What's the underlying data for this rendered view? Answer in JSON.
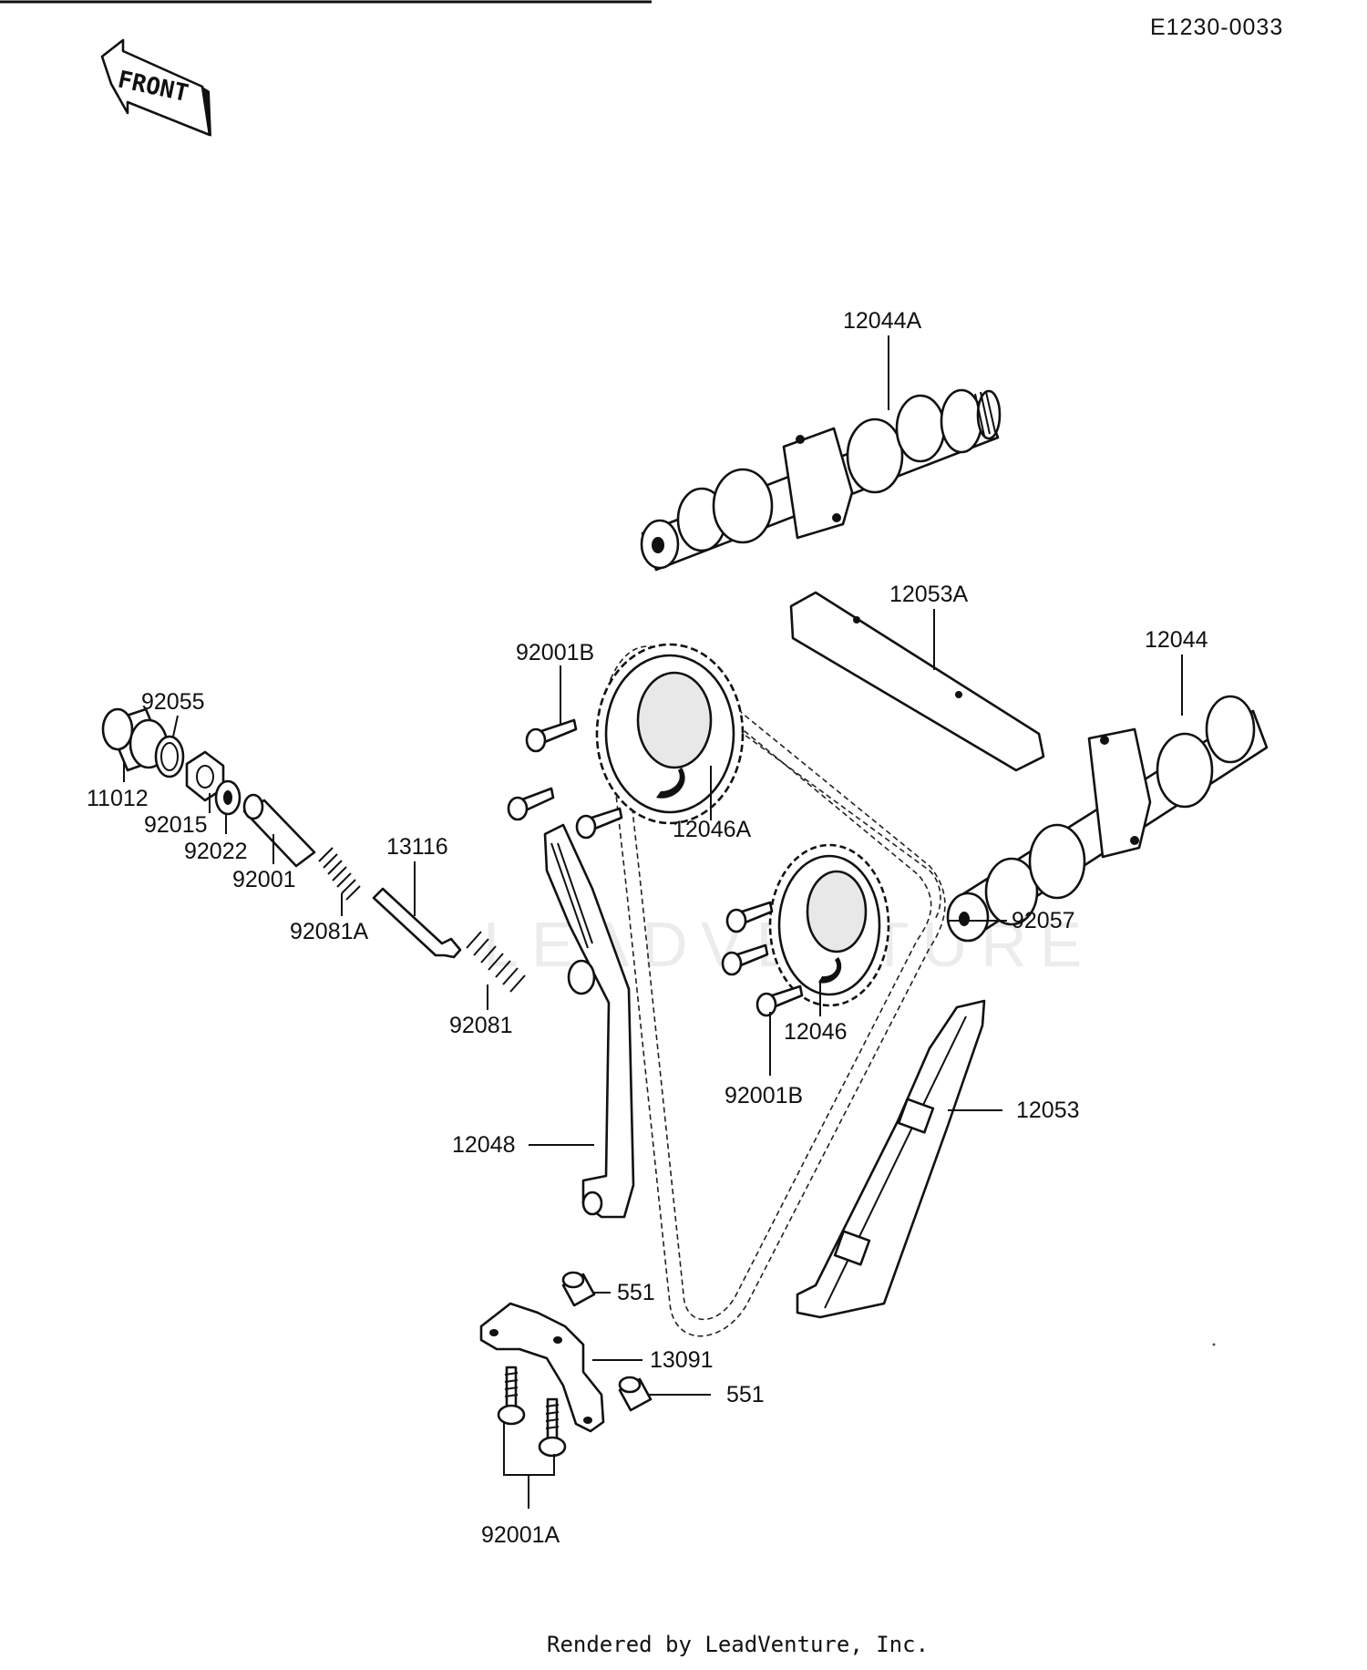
{
  "header": {
    "code": "E1230-0033",
    "front_label": "FRONT"
  },
  "footer": {
    "rendered_by": "Rendered by LeadVenture, Inc."
  },
  "watermark": {
    "text": "LEADVENTURE"
  },
  "parts": {
    "p12044A": "12044A",
    "p12053A": "12053A",
    "p12044": "12044",
    "p92001B_top": "92001B",
    "p92055": "92055",
    "p11012": "11012",
    "p92015": "92015",
    "p92022": "92022",
    "p92001": "92001",
    "p13116": "13116",
    "p92081A": "92081A",
    "p12046A": "12046A",
    "p92057": "92057",
    "p92081": "92081",
    "p12046": "12046",
    "p92001B_bottom": "92001B",
    "p12053": "12053",
    "p12048": "12048",
    "p551_top": "551",
    "p13091": "13091",
    "p551_bottom": "551",
    "p92001A": "92001A"
  }
}
